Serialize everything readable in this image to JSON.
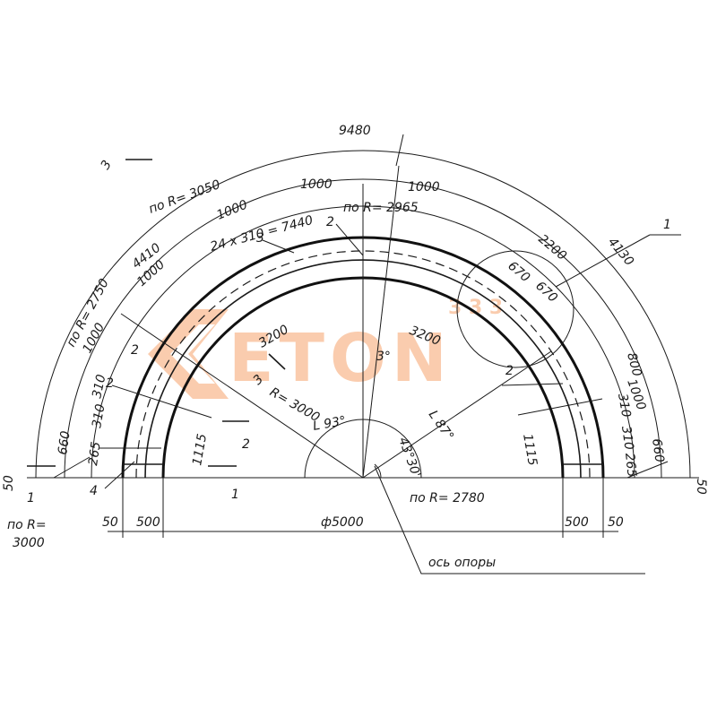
{
  "watermark": {
    "brand": "ETON",
    "tag": "3 3 3",
    "color": "#f6a46c"
  },
  "dimensions": {
    "overall_arc": "9480",
    "r3050": "по R= 3050",
    "r2750": "по R= 2750",
    "r2965": "по R= 2965",
    "arc_4410": "4410",
    "arc_4130": "4130",
    "arc_2200": "2200",
    "d1000_a": "1000",
    "d1000_b": "1000",
    "d1000_c": "1000",
    "d1000_d": "1000",
    "d1000_e": "1000",
    "d1000_f": "1000",
    "pitch_formula": "24 x 310 = 7440",
    "r3000": "R= 3000",
    "angle93": "L 93°",
    "angle87": "L 87°",
    "angle3": "3°",
    "angle4330": "43°30'",
    "dia5000": "ф5000",
    "r2780": "по R= 2780",
    "r3000_left_1": "по R=",
    "r3000_left_2": "3000",
    "radial3200_left": "3200",
    "radial3200_right": "3200",
    "h1115_left": "1115",
    "h1115_right": "1115",
    "d660_left": "660",
    "d660_right": "660",
    "d800": "800",
    "d310_l1": "310",
    "d310_l2": "310",
    "d310_r1": "310",
    "d310_r2": "310",
    "d265_left": "265",
    "d265_right": "265",
    "d670_a": "670",
    "d670_b": "670",
    "d500_left": "500",
    "d500_right": "500",
    "d50_left_side": "50",
    "d50_right_side": "50",
    "d50_bottom_left": "50",
    "d50_bottom_right": "50",
    "axis_label": "ось опоры"
  },
  "callouts": {
    "c1_top": "1",
    "c2_top": "2",
    "c3_top": "3",
    "c2_left": "2",
    "c2_left_b": "2",
    "c2_right": "2",
    "c4": "4"
  },
  "sections": {
    "s1_left": "1",
    "s1_mid": "1",
    "s2": "2",
    "s3_top": "3",
    "s3_mid": "3"
  }
}
